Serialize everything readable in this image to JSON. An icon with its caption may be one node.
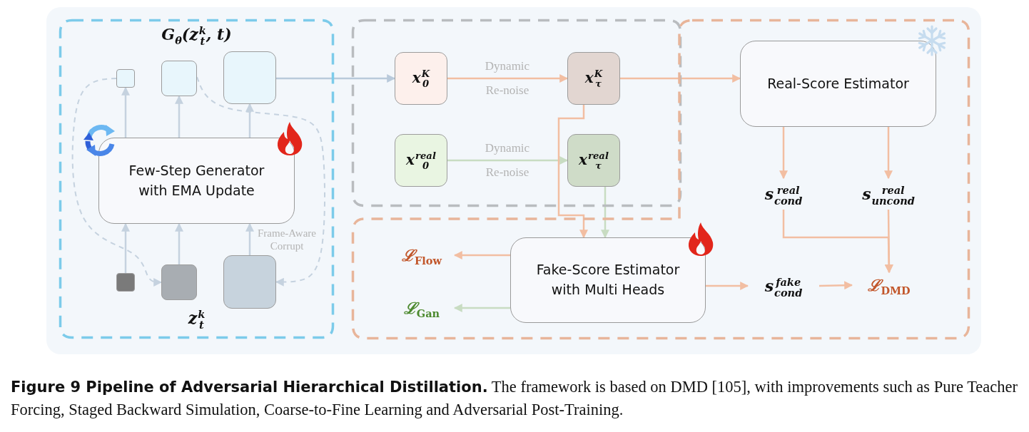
{
  "diagram": {
    "caption": "**Figure 9  Pipeline of Adversarial Hierarchical Distillation.** The framework is based on DMD [105], with improvements such as Pure Teacher Forcing, Staged Backward Simulation, Coarse-to-Fine Learning and Adversarial Post-Training.",
    "nodes": [
      {
        "text": [
          "G$_{θ}$(z$^{k}$$_{t}$, t)",
          "z$^{k}$$_{t}$"
        ]
      },
      {
        "text": [],
        "shape": "box",
        "in": 0
      },
      {
        "text": [],
        "shape": "box",
        "in": 0
      },
      {
        "text": [],
        "shape": "box",
        "in": 0
      },
      {
        "text": [
          "Few-Step Generator with EMA Update"
        ],
        "in": 0
      },
      {
        "text": [],
        "shape": "box",
        "in": 0
      },
      {
        "text": [],
        "shape": "box",
        "in": 0
      },
      {
        "text": [],
        "shape": "box",
        "in": 0
      },
      {
        "text": [],
        "shape": "box"
      },
      {
        "text": [
          "x$^{K}$$_{0}$"
        ],
        "in": 8
      },
      {
        "text": [
          "x$^{K}$$_{τ}$"
        ],
        "in": 8
      },
      {
        "text": [
          "x$^{real}$$_{0}$"
        ],
        "in": 8
      },
      {
        "text": [
          "x$^{real}$$_{τ}$"
        ],
        "in": 8
      },
      {
        "text": [],
        "shape": "box"
      },
      {
        "text": [
          "Real-Score Estimator"
        ],
        "in": 13
      },
      {
        "text": [
          "s$^{real}$$_{cond}$"
        ],
        "in": 13
      },
      {
        "text": [
          "s$^{real}$$_{uncond}$"
        ],
        "in": 13
      },
      {
        "text": [
          "Fake-Score Estimator with Multi Heads"
        ],
        "in": 13
      },
      {
        "text": [
          "ℒ$_{Flow}$"
        ],
        "in": 13
      },
      {
        "text": [
          "ℒ$_{Gan}$"
        ],
        "in": 13
      },
      {
        "text": [
          "s$^{fake}$$_{cond}$"
        ],
        "in": 13
      },
      {
        "text": [
          "ℒ$_{DMD}$"
        ],
        "in": 13
      }
    ],
    "edges": [
      {
        "from": 4,
        "to": 1,
        "arrow": "to",
        "color": "#c5d2df"
      },
      {
        "from": 4,
        "to": 2,
        "arrow": "to",
        "color": "#c5d2df"
      },
      {
        "from": 4,
        "to": 3,
        "arrow": "to",
        "color": "#c5d2df"
      },
      {
        "from": 5,
        "to": 4,
        "arrow": "to",
        "color": "#c5d2df"
      },
      {
        "from": 6,
        "to": 4,
        "arrow": "to",
        "color": "#c5d2df"
      },
      {
        "from": 7,
        "to": 4,
        "arrow": "to",
        "color": "#c5d2df",
        "label": "Frame-Aware Corrupt"
      },
      {
        "from": 1,
        "to": 6,
        "arrow": "to",
        "style": "dashed",
        "color": "#c5d2df"
      },
      {
        "from": 2,
        "to": 7,
        "arrow": "to",
        "style": "dashed",
        "color": "#c5d2df"
      },
      {
        "from": 3,
        "to": 9,
        "arrow": "to",
        "color": "#b9cadb"
      },
      {
        "from": 9,
        "to": 10,
        "arrow": "to",
        "label": "Dynamic Re-noise"
      },
      {
        "from": 11,
        "to": 12,
        "arrow": "to",
        "label": "Dynamic Re-noise",
        "color": "#c8dcc2"
      },
      {
        "from": 10,
        "to": 14,
        "arrow": "to"
      },
      {
        "from": 10,
        "to": 17,
        "arrow": "to"
      },
      {
        "from": 12,
        "to": 17,
        "arrow": "to",
        "color": "#c8dcc2"
      },
      {
        "from": 14,
        "to": 15,
        "arrow": "to"
      },
      {
        "from": 14,
        "to": 16,
        "arrow": "to"
      },
      {
        "from": 15,
        "to": 21,
        "arrow": "to"
      },
      {
        "from": 16,
        "to": 21,
        "arrow": "to"
      },
      {
        "from": 17,
        "to": 18,
        "arrow": "to"
      },
      {
        "from": 17,
        "to": 19,
        "arrow": "to",
        "color": "#c8dcc2"
      },
      {
        "from": 17,
        "to": 20,
        "arrow": "to"
      },
      {
        "from": 20,
        "to": 21,
        "arrow": "to"
      }
    ]
  }
}
